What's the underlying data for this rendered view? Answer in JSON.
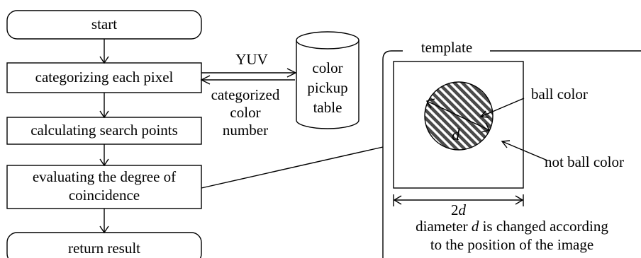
{
  "flowchart": {
    "start": "start",
    "categorize": "categorizing each pixel",
    "search": "calculating search points",
    "evaluate_line1": "evaluating the degree of",
    "evaluate_line2": "coincidence",
    "return": "return result"
  },
  "lookup": {
    "yuv": "YUV",
    "table_line1": "color",
    "table_line2": "pickup",
    "table_line3": "table",
    "result_line1": "categorized",
    "result_line2": "color",
    "result_line3": "number"
  },
  "template": {
    "title": "template",
    "ball_color": "ball color",
    "not_ball_color": "not ball color",
    "d": "d",
    "two": "2",
    "caption_line1_pre": "diameter ",
    "caption_line1_post": " is changed according",
    "caption_line2": "to the position of the image"
  }
}
